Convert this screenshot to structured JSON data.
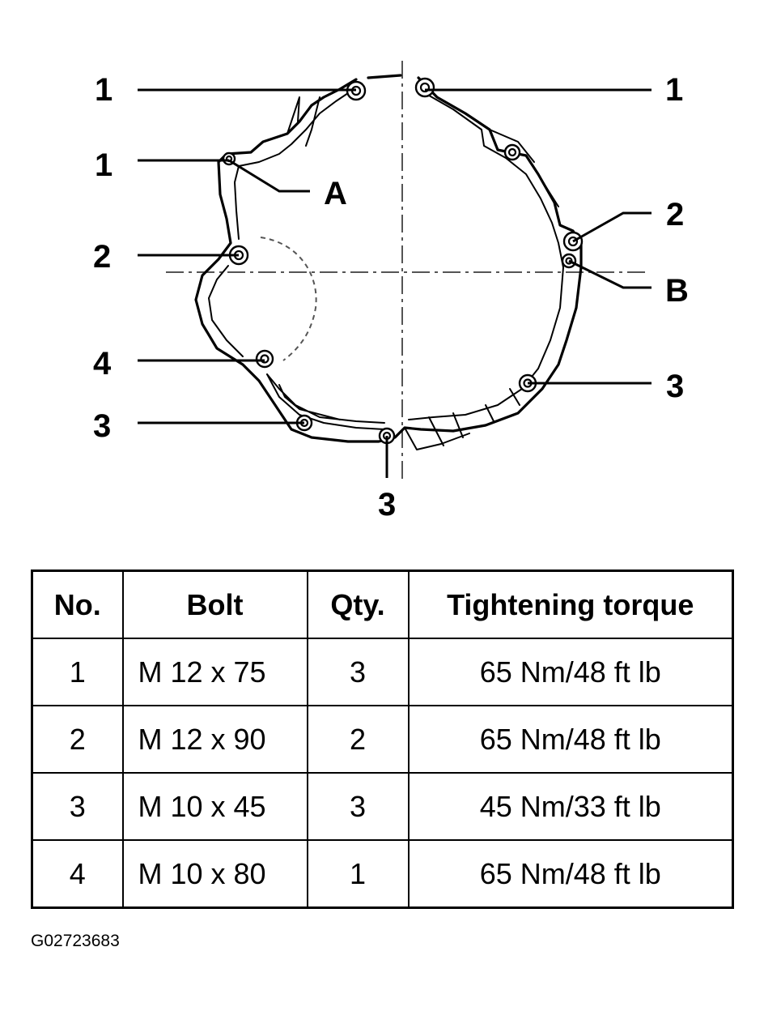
{
  "diagram": {
    "callouts": {
      "top_left": "1",
      "top_right": "1",
      "upper_left": "1",
      "label_a": "A",
      "mid_left": "2",
      "right_upper": "2",
      "label_b": "B",
      "lower_left_4": "4",
      "lower_left_3": "3",
      "right_lower": "3",
      "bottom": "3"
    }
  },
  "table": {
    "headers": [
      "No.",
      "Bolt",
      "Qty.",
      "Tightening torque"
    ],
    "rows": [
      {
        "no": "1",
        "bolt": "M 12 x 75",
        "qty": "3",
        "torque": "65 Nm/48 ft lb"
      },
      {
        "no": "2",
        "bolt": "M 12 x 90",
        "qty": "2",
        "torque": "65 Nm/48 ft lb"
      },
      {
        "no": "3",
        "bolt": "M 10 x 45",
        "qty": "3",
        "torque": "45 Nm/33 ft lb"
      },
      {
        "no": "4",
        "bolt": "M 10 x 80",
        "qty": "1",
        "torque": "65 Nm/48 ft lb"
      }
    ]
  },
  "figure_id": "G02723683"
}
